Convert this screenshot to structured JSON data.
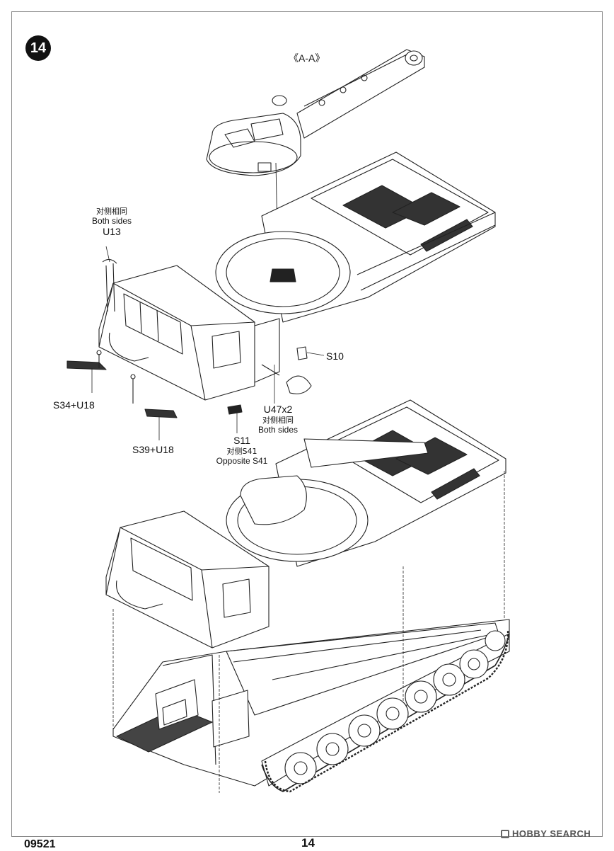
{
  "step": {
    "number": "14"
  },
  "section_label": "《A-A》",
  "callouts": {
    "u13": {
      "cn": "对侧相同",
      "en": "Both sides",
      "part": "U13"
    },
    "s10": {
      "part": "S10"
    },
    "s34": {
      "part": "S34+U18"
    },
    "s39": {
      "part": "S39+U18"
    },
    "u47": {
      "part": "U47x2",
      "cn": "对侧相同",
      "en": "Both sides"
    },
    "s11": {
      "part": "S11",
      "cn": "对侧S41",
      "en": "Opposite S41"
    }
  },
  "footer": {
    "code": "09521",
    "page": "14"
  },
  "watermark": {
    "text": "HOBBY SEARCH"
  }
}
